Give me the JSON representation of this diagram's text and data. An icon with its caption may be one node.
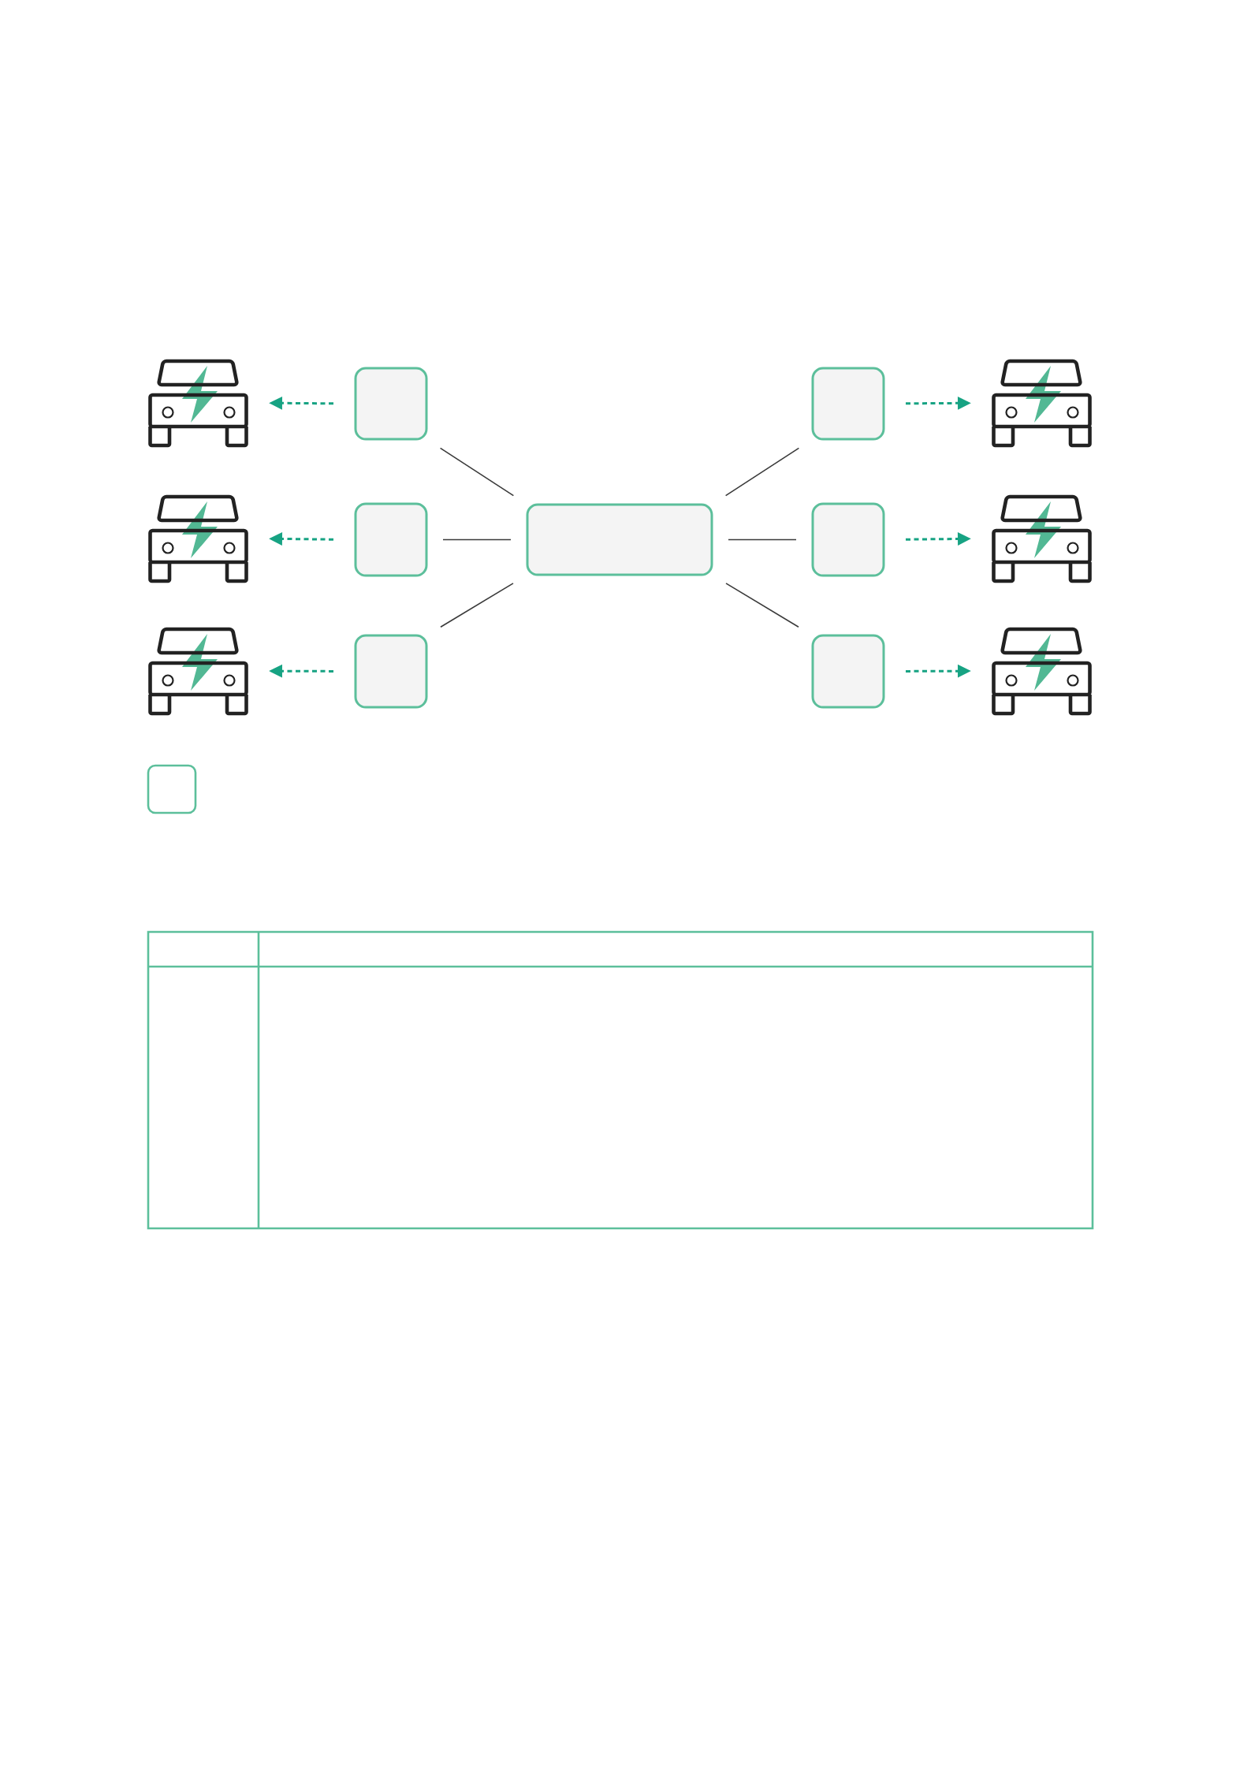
{
  "diagram": {
    "nodes": [
      {
        "text": [],
        "shape": "picture"
      },
      {
        "text": [],
        "shape": "box"
      },
      {
        "text": [],
        "shape": "box"
      },
      {
        "text": [],
        "shape": "picture"
      },
      {
        "text": [],
        "shape": "picture"
      },
      {
        "text": [],
        "shape": "box"
      },
      {
        "text": [],
        "shape": "box"
      },
      {
        "text": [],
        "shape": "box"
      },
      {
        "text": [],
        "shape": "picture"
      },
      {
        "text": [],
        "shape": "picture"
      },
      {
        "text": [],
        "shape": "box"
      },
      {
        "text": [],
        "shape": "box"
      },
      {
        "text": [],
        "shape": "picture"
      },
      {
        "text": [],
        "shape": "box"
      }
    ],
    "edges": [
      {
        "from": 6,
        "to": 1,
        "arrow": "none"
      },
      {
        "from": 6,
        "to": 5,
        "arrow": "none"
      },
      {
        "from": 6,
        "to": 10,
        "arrow": "none"
      },
      {
        "from": 6,
        "to": 2,
        "arrow": "none"
      },
      {
        "from": 6,
        "to": 7,
        "arrow": "none"
      },
      {
        "from": 6,
        "to": 11,
        "arrow": "none"
      },
      {
        "from": 1,
        "to": 0,
        "arrow": "to",
        "style": "dashed",
        "color": "#17a383"
      },
      {
        "from": 5,
        "to": 4,
        "arrow": "to",
        "style": "dashed",
        "color": "#17a383"
      },
      {
        "from": 10,
        "to": 9,
        "arrow": "to",
        "style": "dashed",
        "color": "#17a383"
      },
      {
        "from": 2,
        "to": 3,
        "arrow": "to",
        "style": "dashed",
        "color": "#17a383"
      },
      {
        "from": 7,
        "to": 8,
        "arrow": "to",
        "style": "dashed",
        "color": "#17a383"
      },
      {
        "from": 11,
        "to": 12,
        "arrow": "to",
        "style": "dashed",
        "color": "#17a383"
      }
    ]
  }
}
